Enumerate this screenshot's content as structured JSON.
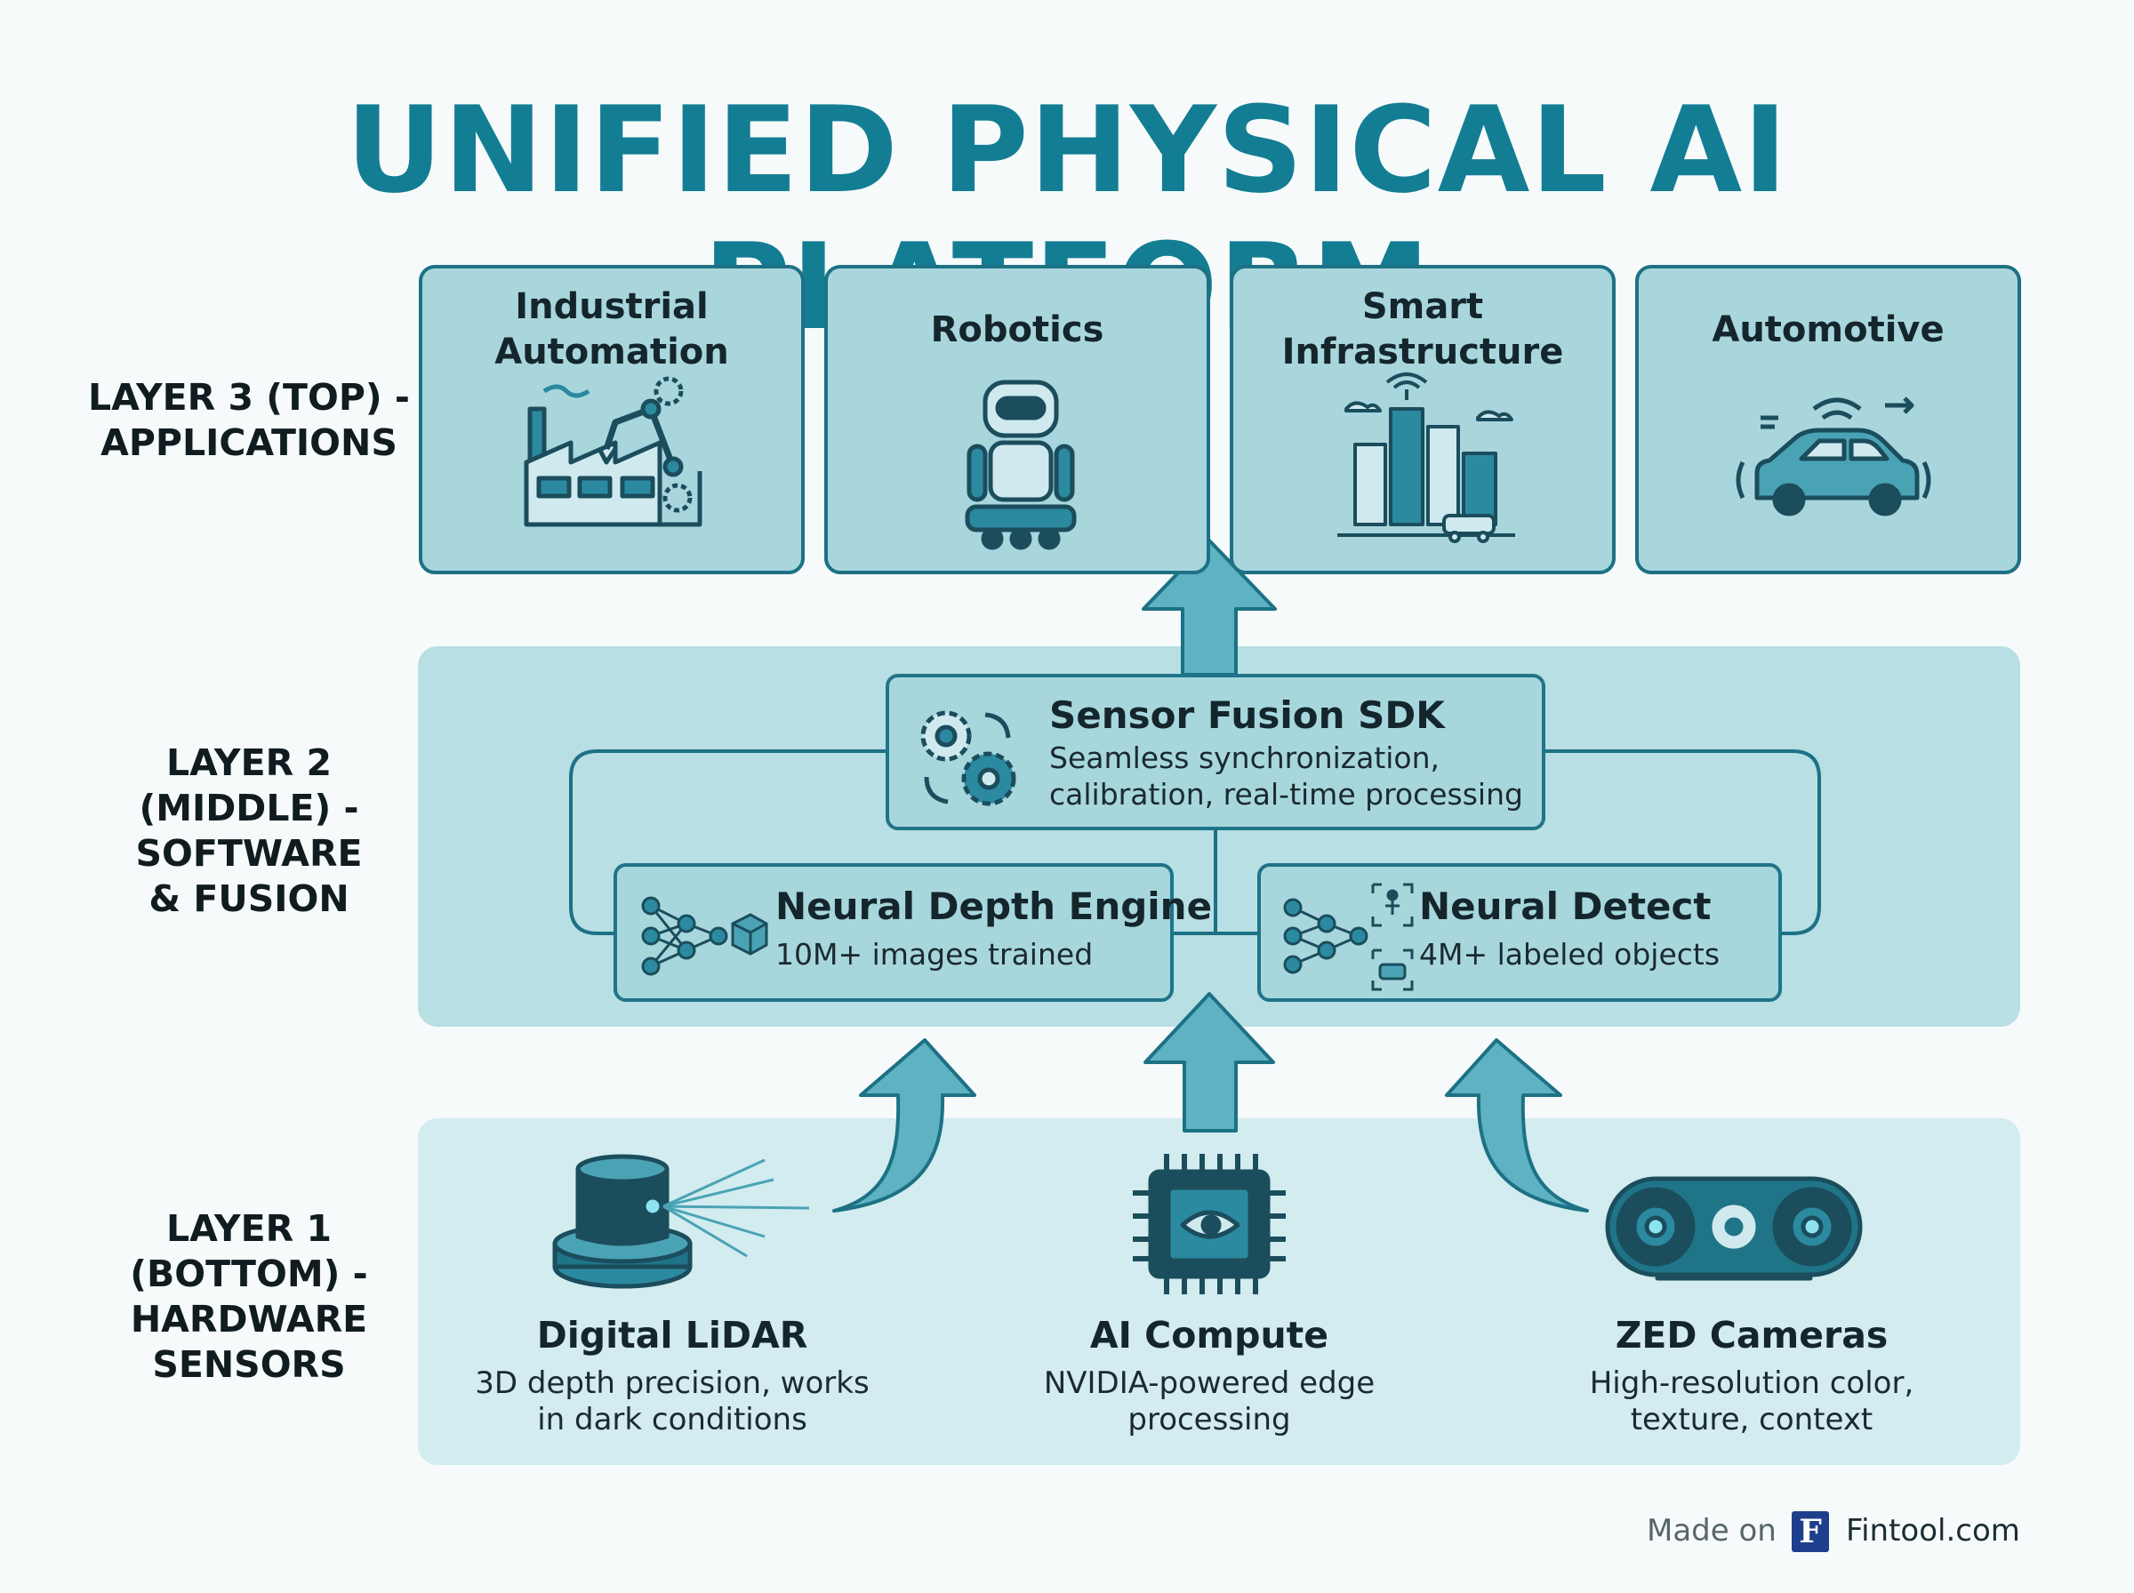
{
  "title": "UNIFIED PHYSICAL AI PLATFORM",
  "layers": {
    "top": {
      "label_lines": [
        "LAYER 3 (TOP) -",
        "APPLICATIONS"
      ]
    },
    "middle": {
      "label_lines": [
        "LAYER 2",
        "(MIDDLE) -",
        "SOFTWARE",
        "& FUSION"
      ]
    },
    "bottom": {
      "label_lines": [
        "LAYER 1",
        "(BOTTOM) -",
        "HARDWARE",
        "SENSORS"
      ]
    }
  },
  "applications": [
    {
      "title_lines": [
        "Industrial",
        "Automation"
      ],
      "icon": "factory-robot-arm-icon"
    },
    {
      "title_lines": [
        "Robotics"
      ],
      "icon": "robot-icon"
    },
    {
      "title_lines": [
        "Smart",
        "Infrastructure"
      ],
      "icon": "smart-city-icon"
    },
    {
      "title_lines": [
        "Automotive"
      ],
      "icon": "connected-car-icon"
    }
  ],
  "software": {
    "sensor_fusion": {
      "title": "Sensor Fusion SDK",
      "desc_lines": [
        "Seamless synchronization,",
        "calibration, real-time processing"
      ],
      "icon": "gears-sync-icon"
    },
    "neural_depth": {
      "title": "Neural Depth Engine",
      "desc": "10M+ images trained",
      "icon": "neural-network-cube-icon"
    },
    "neural_detect": {
      "title": "Neural Detect",
      "desc": "4M+ labeled objects",
      "icon": "neural-network-detect-icon"
    }
  },
  "sensors": [
    {
      "title": "Digital LiDAR",
      "desc_lines": [
        "3D depth precision, works",
        "in dark conditions"
      ],
      "icon": "lidar-icon"
    },
    {
      "title": "AI Compute",
      "desc_lines": [
        "NVIDIA-powered edge",
        "processing"
      ],
      "icon": "chip-icon"
    },
    {
      "title": "ZED Cameras",
      "desc_lines": [
        "High-resolution color,",
        "texture, context"
      ],
      "icon": "stereo-camera-icon"
    }
  ],
  "credit": {
    "made_on": "Made on",
    "logo_letter": "F",
    "site": "Fintool.com"
  },
  "colors": {
    "title": "#137d93",
    "accent": "#1d7184",
    "card_fill": "#a9d6dd",
    "panel_middle": "#b7dfe4",
    "panel_bottom": "#d2ecef",
    "arrow_fill": "#5fb2c2"
  }
}
